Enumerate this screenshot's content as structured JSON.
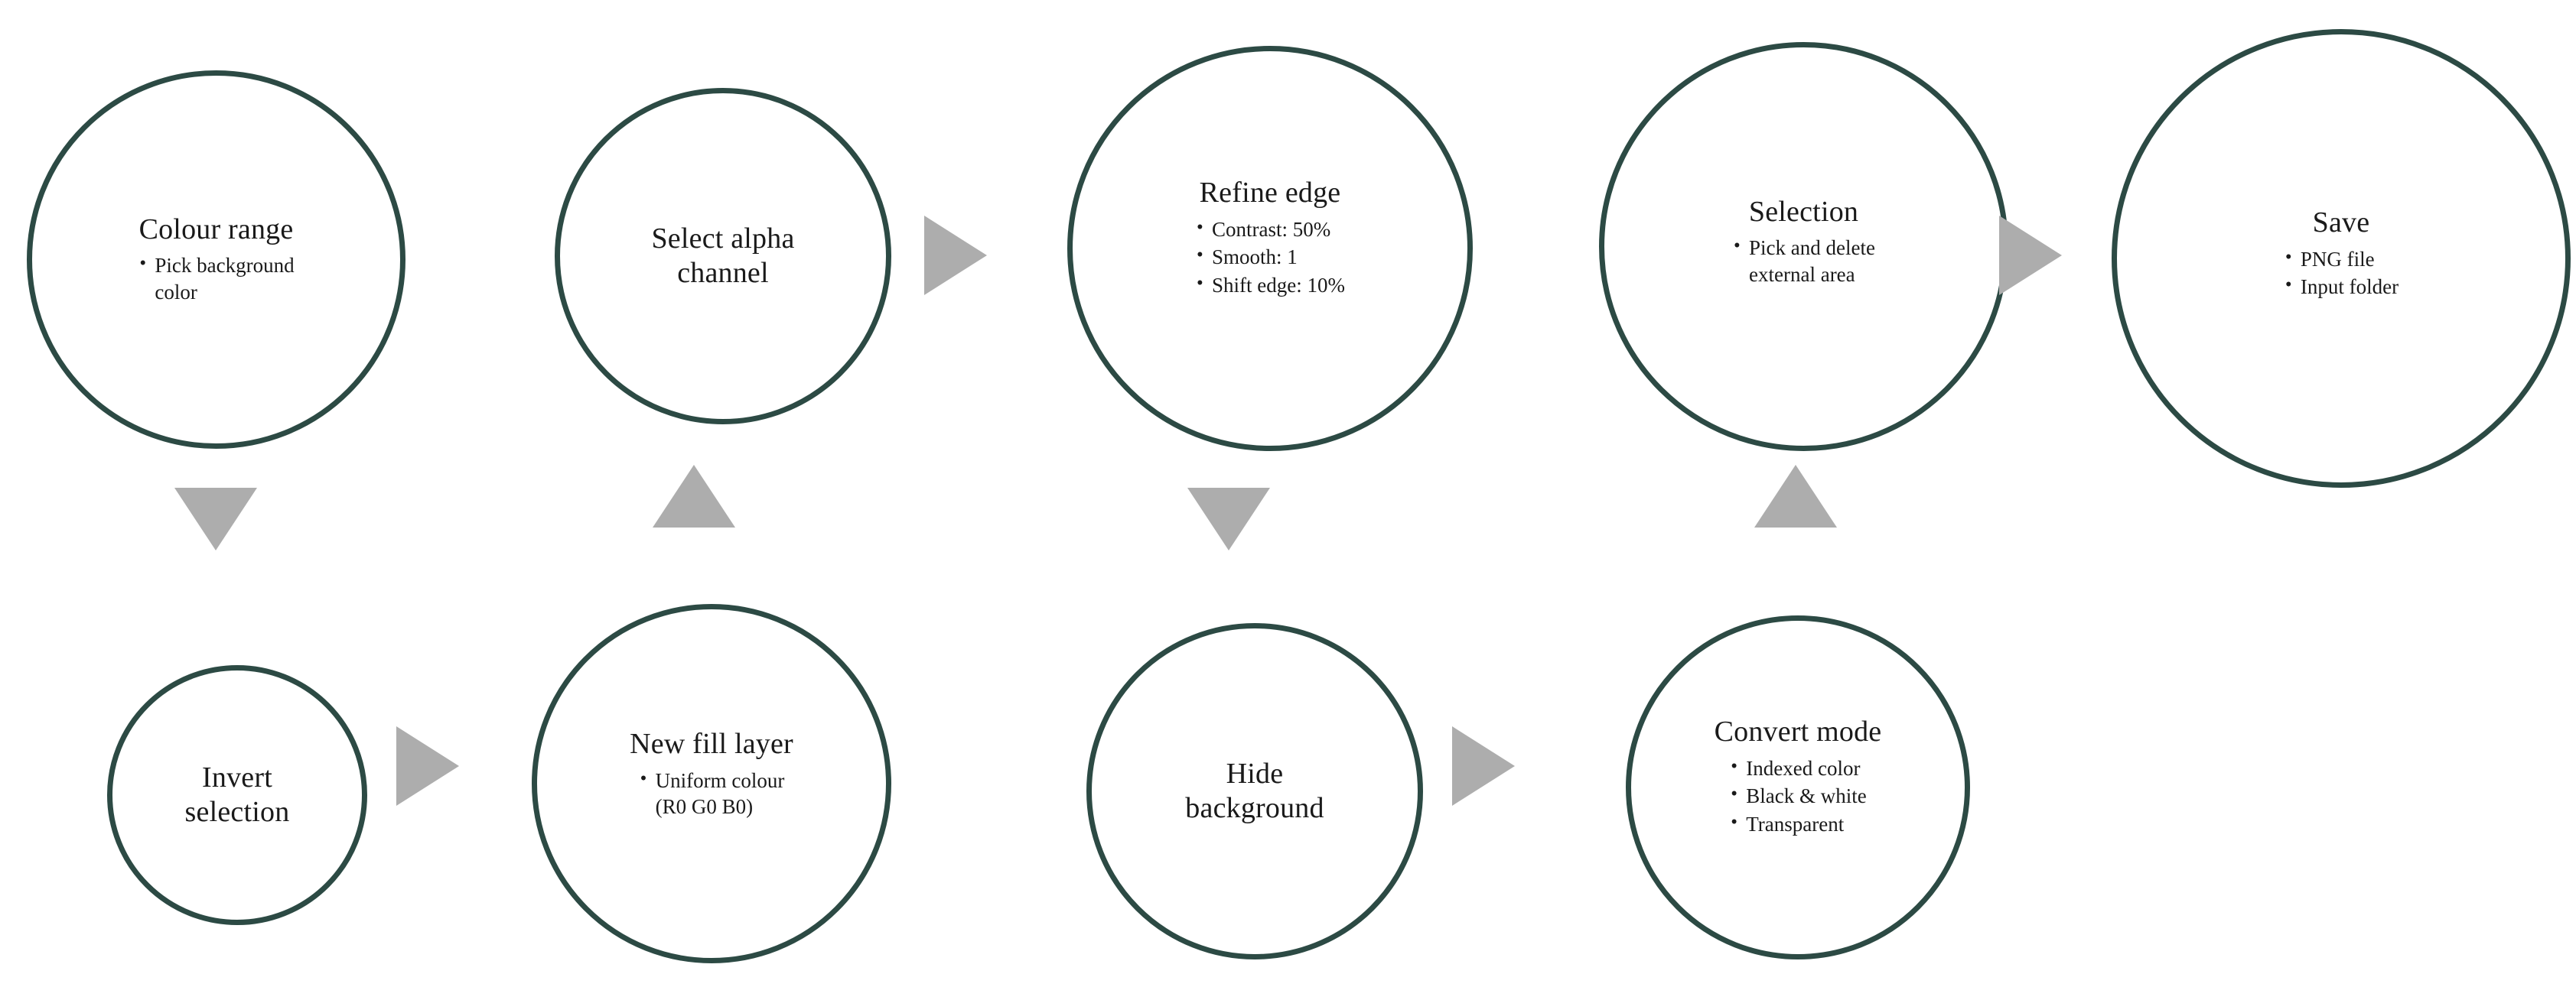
{
  "theme": {
    "circle_stroke_color": "#2C4A44",
    "arrow_color": "#ADADAD",
    "text_color": "#1A1A1A",
    "background_color": "#FFFFFF"
  },
  "nodes": [
    {
      "id": "colour-range",
      "title": "Colour range",
      "bullets": [
        "Pick background\ncolor"
      ]
    },
    {
      "id": "select-alpha-channel",
      "title": "Select alpha\nchannel",
      "bullets": []
    },
    {
      "id": "refine-edge",
      "title": "Refine edge",
      "bullets": [
        "Contrast: 50%",
        "Smooth: 1",
        "Shift edge: 10%"
      ]
    },
    {
      "id": "selection",
      "title": "Selection",
      "bullets": [
        "Pick and delete\nexternal area"
      ]
    },
    {
      "id": "save",
      "title": "Save",
      "bullets": [
        "PNG file",
        "Input folder"
      ]
    },
    {
      "id": "invert-selection",
      "title": "Invert\nselection",
      "bullets": []
    },
    {
      "id": "new-fill-layer",
      "title": "New fill layer",
      "bullets": [
        "Uniform colour\n(R0 G0 B0)"
      ]
    },
    {
      "id": "hide-background",
      "title": "Hide\nbackground",
      "bullets": []
    },
    {
      "id": "convert-mode",
      "title": "Convert mode",
      "bullets": [
        "Indexed color",
        "Black & white",
        "Transparent"
      ]
    }
  ],
  "arrows": [
    {
      "id": "colour-range-to-invert-selection",
      "direction": "down"
    },
    {
      "id": "new-fill-layer-to-select-alpha-channel",
      "direction": "up"
    },
    {
      "id": "select-alpha-channel-to-refine-edge",
      "direction": "right"
    },
    {
      "id": "refine-edge-to-hide-background",
      "direction": "down"
    },
    {
      "id": "convert-mode-to-selection",
      "direction": "up"
    },
    {
      "id": "selection-to-save",
      "direction": "right"
    },
    {
      "id": "invert-selection-to-new-fill-layer",
      "direction": "right"
    },
    {
      "id": "hide-background-to-convert-mode",
      "direction": "right"
    }
  ]
}
